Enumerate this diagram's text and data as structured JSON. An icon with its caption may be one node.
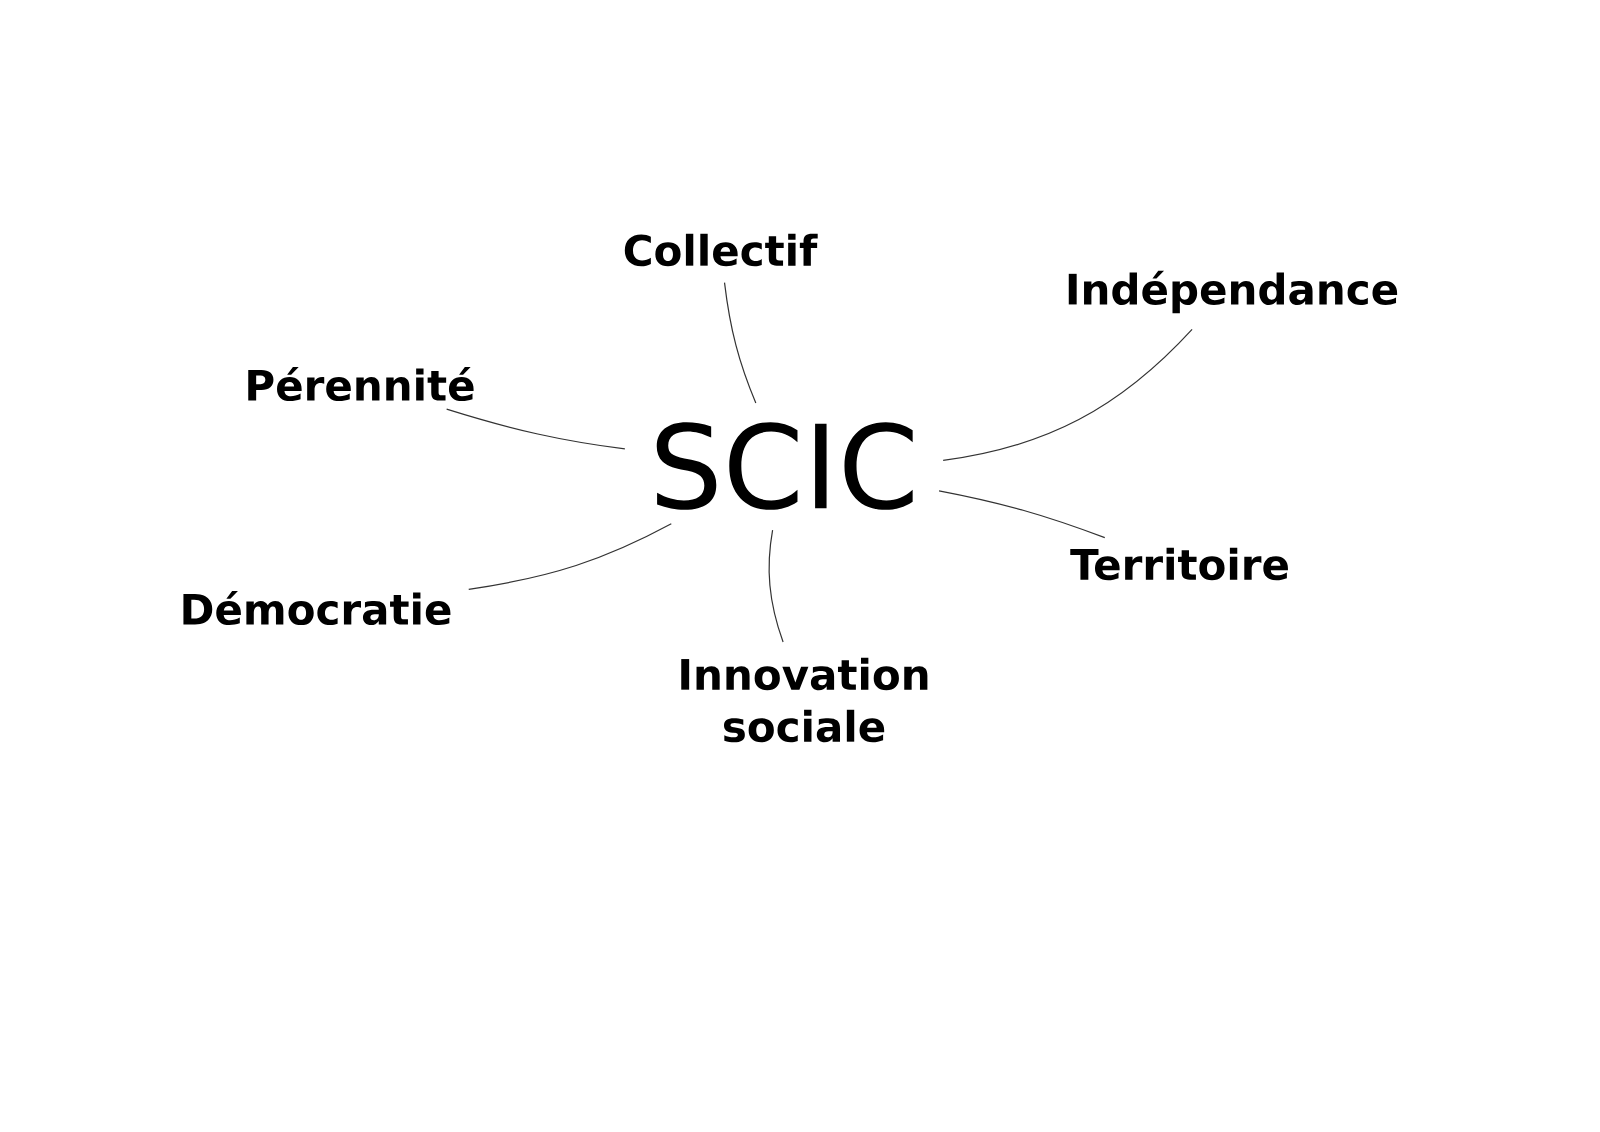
{
  "diagram": {
    "nodes": [
      {
        "text": [
          "SCIC"
        ]
      },
      {
        "text": [
          "Collectif"
        ]
      },
      {
        "text": [
          "Indépendance"
        ]
      },
      {
        "text": [
          "Pérennité"
        ]
      },
      {
        "text": [
          "Territoire"
        ]
      },
      {
        "text": [
          "Démocratie"
        ]
      },
      {
        "text": [
          "Innovation sociale"
        ]
      }
    ],
    "edges": [
      {
        "from": 0,
        "to": 1,
        "arrow": "none"
      },
      {
        "from": 0,
        "to": 2,
        "arrow": "none"
      },
      {
        "from": 0,
        "to": 3,
        "arrow": "none"
      },
      {
        "from": 0,
        "to": 4,
        "arrow": "none"
      },
      {
        "from": 0,
        "to": 5,
        "arrow": "none"
      },
      {
        "from": 0,
        "to": 6,
        "arrow": "none"
      }
    ]
  }
}
